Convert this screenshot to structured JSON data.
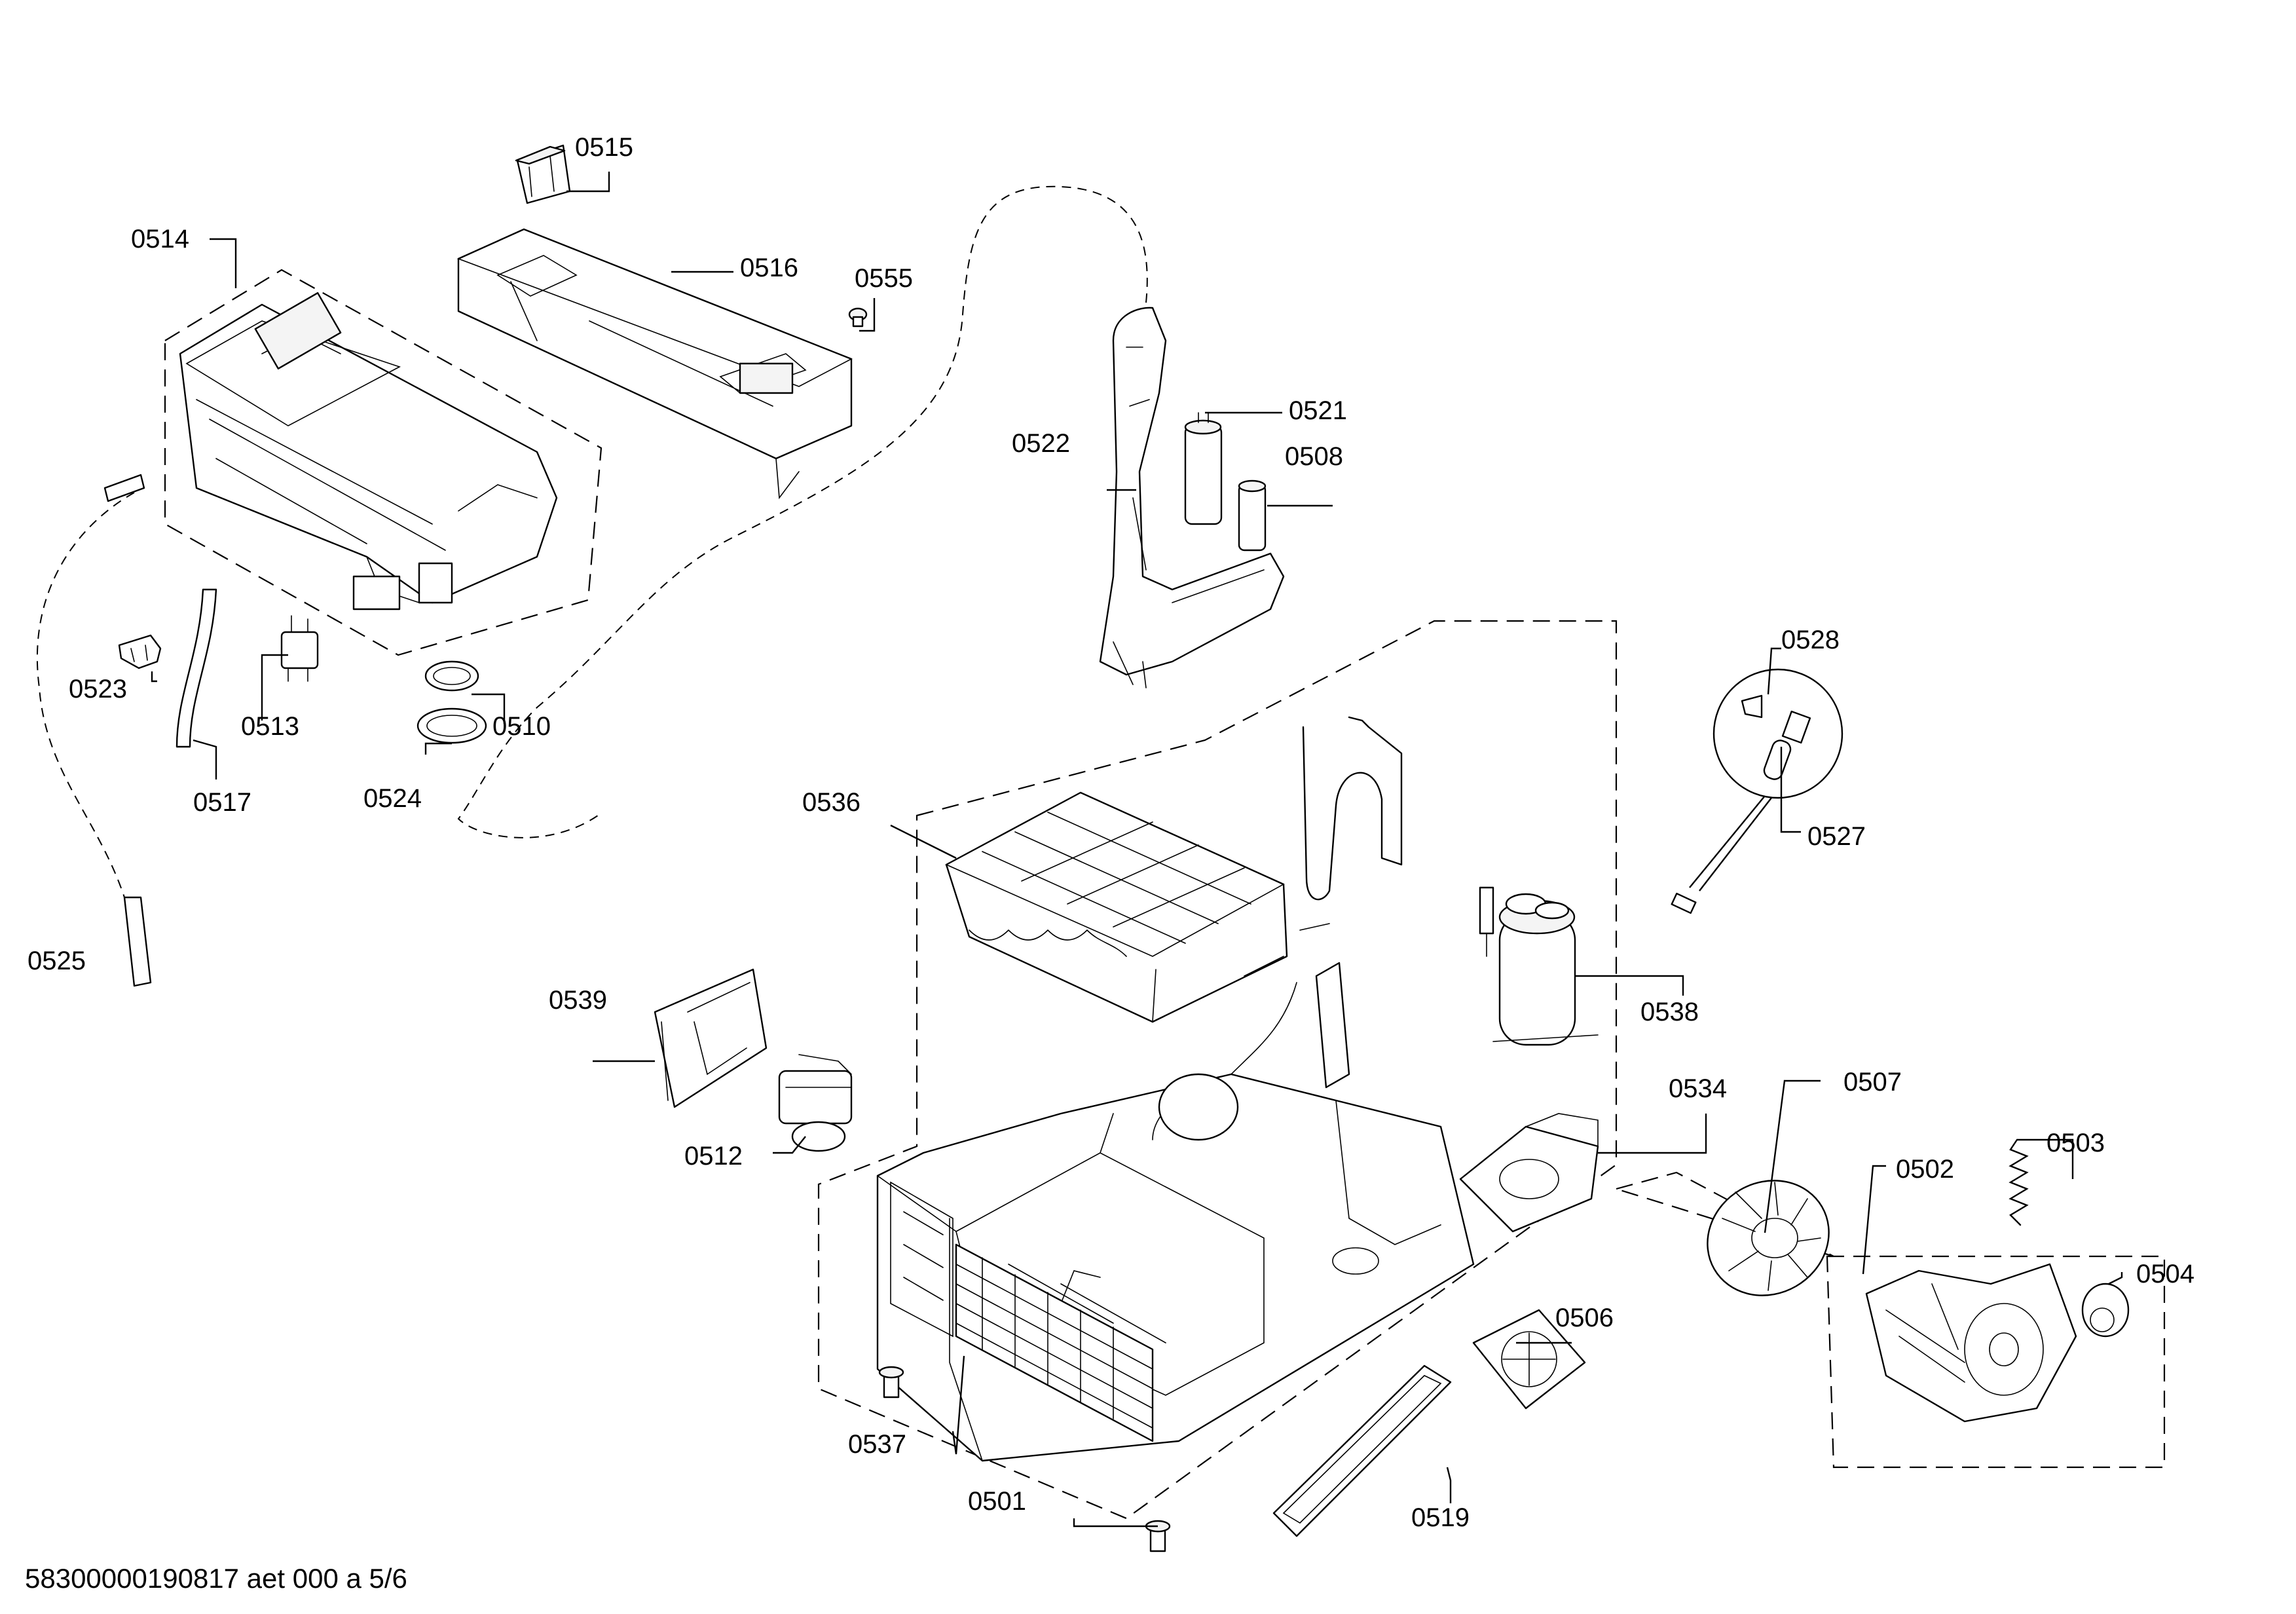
{
  "document_id": "58300000190817 aet 000 a 5/6",
  "labels": {
    "p0501": "0501",
    "p0502": "0502",
    "p0503": "0503",
    "p0504": "0504",
    "p0506": "0506",
    "p0507": "0507",
    "p0508": "0508",
    "p0510": "0510",
    "p0512": "0512",
    "p0513": "0513",
    "p0514": "0514",
    "p0515": "0515",
    "p0516": "0516",
    "p0517": "0517",
    "p0519": "0519",
    "p0521": "0521",
    "p0522": "0522",
    "p0523": "0523",
    "p0524": "0524",
    "p0525": "0525",
    "p0527": "0527",
    "p0528": "0528",
    "p0534": "0534",
    "p0536": "0536",
    "p0537": "0537",
    "p0538": "0538",
    "p0539": "0539",
    "p0555": "0555"
  }
}
